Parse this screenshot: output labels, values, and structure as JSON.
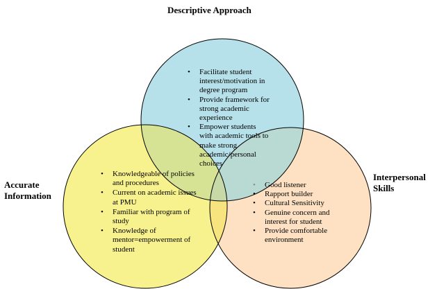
{
  "diagram": {
    "title": "Descriptive Approach",
    "left_label": [
      "Accurate",
      "Information"
    ],
    "right_label": [
      "Interpersonal",
      "Skills"
    ],
    "colors": {
      "top_circle": "#b7e1ea",
      "left_circle": "#f8f28e",
      "right_circle": "#fde1c2",
      "left_top_overlap": "#d6e394",
      "top_right_overlap": "#b9d9d3",
      "left_right_overlap": "#f7e47f",
      "center_overlap": "#c8d9a8",
      "outline": "#000000"
    },
    "top_items": [
      [
        "Facilitate student",
        "interest/motivation in",
        "degree program"
      ],
      [
        "Provide framework for",
        "strong academic",
        "experience"
      ],
      [
        "Empower students",
        "with academic tools to",
        "make strong",
        "academic/personal",
        "choices"
      ]
    ],
    "left_items": [
      [
        "Knowledgeable of policies",
        "and procedures"
      ],
      [
        "Current on academic issues",
        "at PMU"
      ],
      [
        "Familiar with program of",
        "study"
      ],
      [
        "Knowledge of",
        "mentor=empowerment of",
        "student"
      ]
    ],
    "right_items": [
      [
        "Good listener"
      ],
      [
        "Rapport builder"
      ],
      [
        "Cultural Sensitivity"
      ],
      [
        "Genuine concern and",
        "interest for student"
      ],
      [
        "Provide comfortable",
        "environment"
      ]
    ]
  }
}
